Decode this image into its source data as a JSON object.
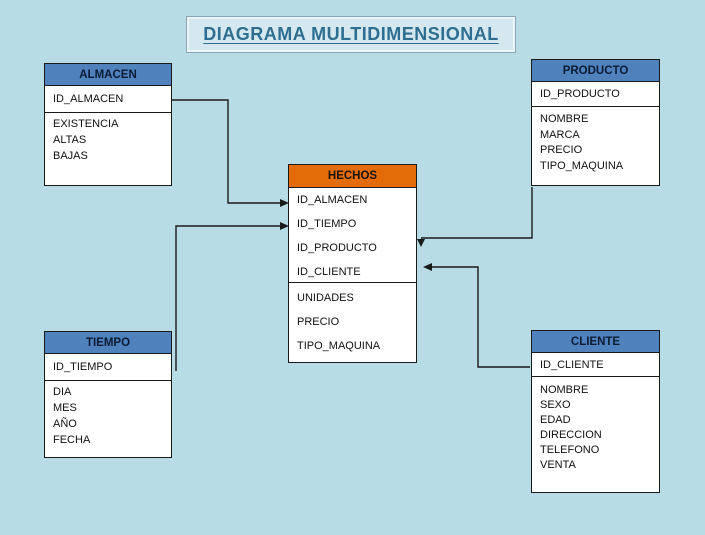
{
  "title": "DIAGRAMA MULTIDIMENSIONAL",
  "colors": {
    "background": "#B8DCE6",
    "dimension_header": "#4F81BD",
    "fact_header": "#E36C09",
    "table_body": "#FFFFFF",
    "line": "#1A1A1A",
    "title_text": "#2E6E91",
    "title_box_bg": "#D5E8F0",
    "title_box_border": "#8AA6B6"
  },
  "tables": {
    "almacen": {
      "title": "ALMACEN",
      "primary_key": "ID_ALMACEN",
      "attributes": [
        "EXISTENCIA",
        "ALTAS",
        "BAJAS"
      ]
    },
    "producto": {
      "title": "PRODUCTO",
      "primary_key": "ID_PRODUCTO",
      "attributes": [
        "NOMBRE",
        "MARCA",
        "PRECIO",
        "TIPO_MAQUINA"
      ]
    },
    "hechos": {
      "title": "HECHOS",
      "foreign_keys": [
        "ID_ALMACEN",
        "ID_TIEMPO",
        "ID_PRODUCTO",
        "ID_CLIENTE"
      ],
      "measures": [
        "UNIDADES",
        "PRECIO",
        "TIPO_MAQUINA"
      ]
    },
    "tiempo": {
      "title": "TIEMPO",
      "primary_key": "ID_TIEMPO",
      "attributes": [
        "DIA",
        "MES",
        "AÑO",
        "FECHA"
      ]
    },
    "cliente": {
      "title": "CLIENTE",
      "primary_key": "ID_CLIENTE",
      "attributes": [
        "NOMBRE",
        "SEXO",
        "EDAD",
        "DIRECCION",
        "TELEFONO",
        "VENTA"
      ]
    }
  },
  "relationships": [
    {
      "from": "ALMACEN",
      "to": "HECHOS.ID_ALMACEN"
    },
    {
      "from": "TIEMPO",
      "to": "HECHOS.ID_TIEMPO"
    },
    {
      "from": "PRODUCTO",
      "to": "HECHOS.ID_PRODUCTO"
    },
    {
      "from": "CLIENTE",
      "to": "HECHOS.ID_CLIENTE"
    }
  ]
}
